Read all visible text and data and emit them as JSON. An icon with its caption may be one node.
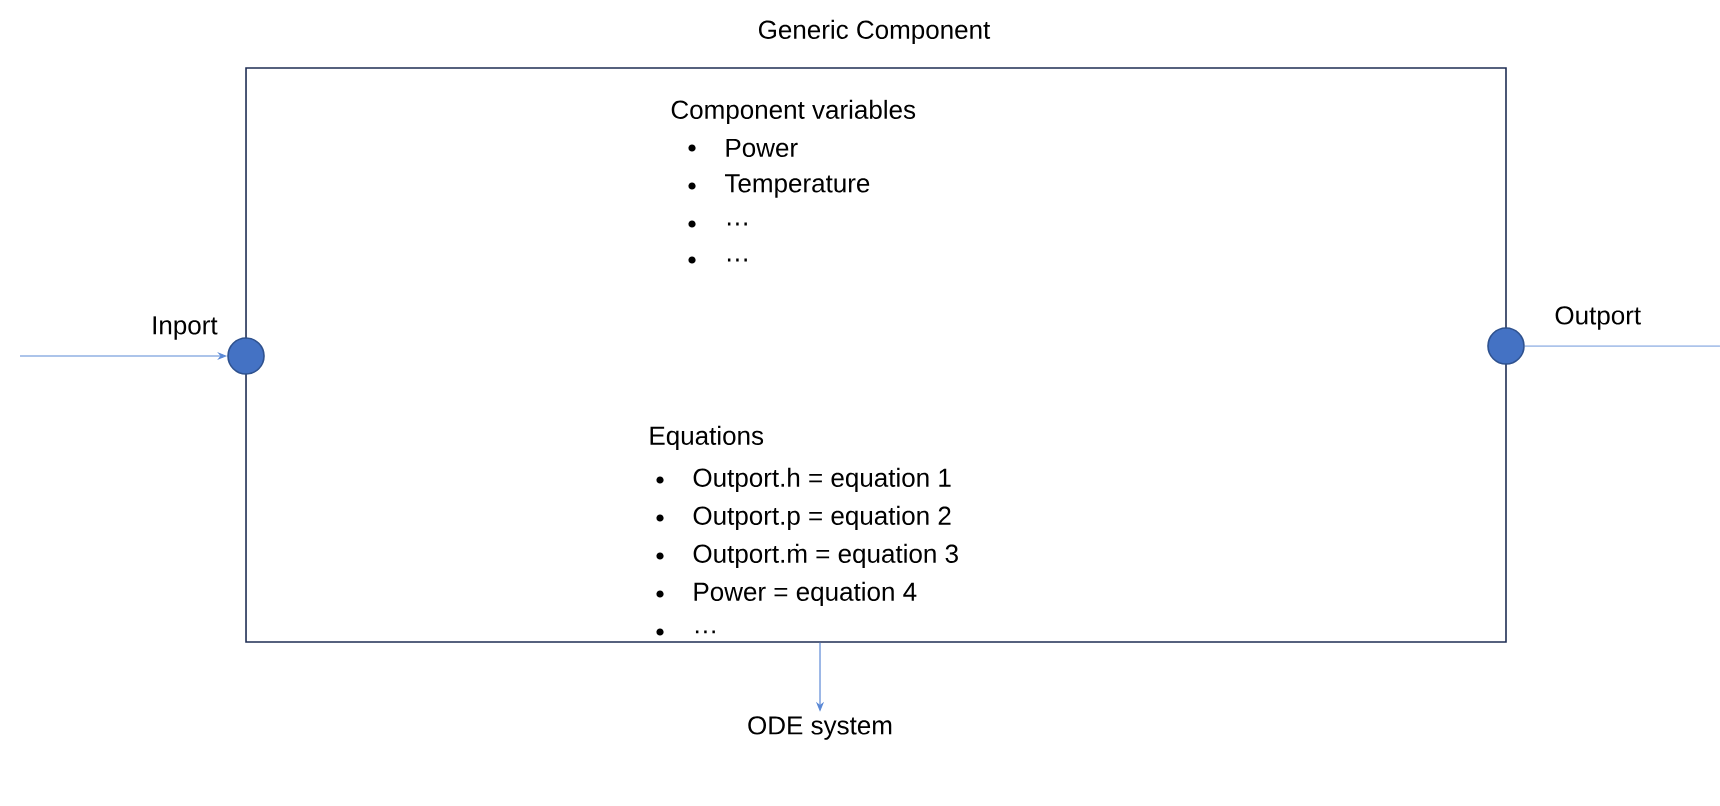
{
  "diagram": {
    "nodes": [
      {
        "text": [
          "Generic Component",
          "Component variables",
          "Power",
          "Temperature",
          "…",
          "…",
          "Equations",
          "Outport.h = equation 1",
          "Outport.p = equation 2",
          "Outport.ṁ = equation 3",
          "Power = equation 4",
          "…"
        ]
      },
      {
        "text": [
          "Inport"
        ]
      },
      {
        "text": [
          "Outport"
        ]
      },
      {
        "text": [
          "ODE system"
        ]
      }
    ],
    "edges": [
      {
        "from": null,
        "to": 1,
        "arrow": "to"
      },
      {
        "from": 2,
        "to": null,
        "arrow": "none"
      },
      {
        "from": 0,
        "to": 3,
        "arrow": "to"
      }
    ]
  }
}
